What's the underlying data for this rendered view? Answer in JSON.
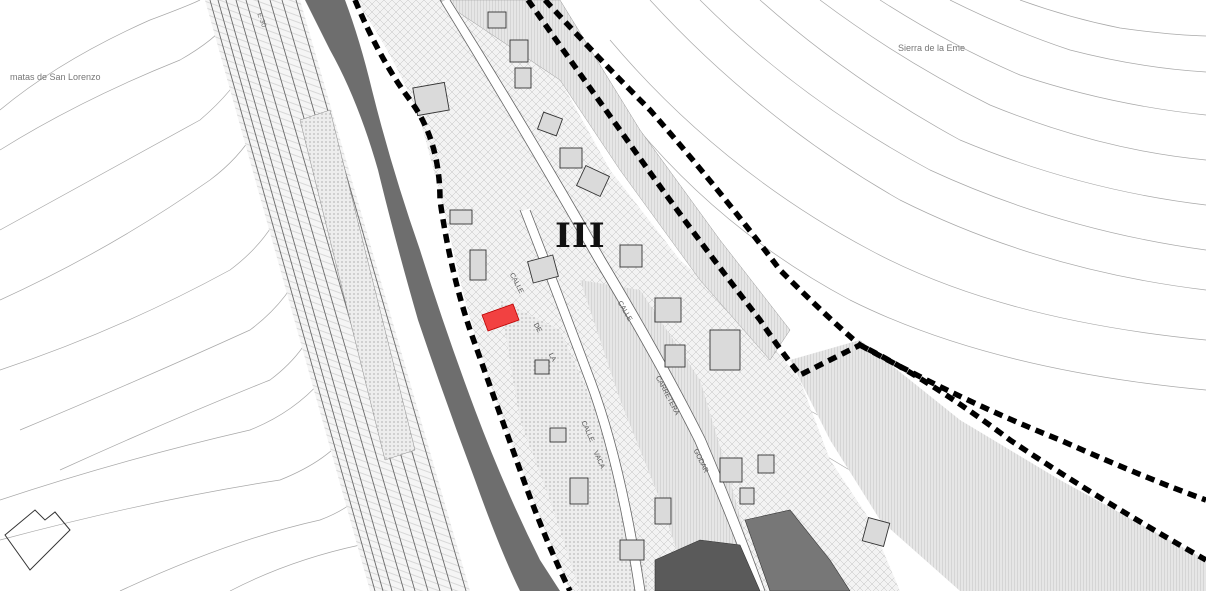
{
  "map": {
    "labels": {
      "left_place": "matas de San Lorenzo",
      "right_place": "Sierra de la Eme",
      "road_code": "E-30",
      "zone_label": "III"
    },
    "streets": [
      "CALLE",
      "DE",
      "LA",
      "CALLE",
      "CARRETERA",
      "GODAR",
      "CALLE",
      "VACA"
    ],
    "colors": {
      "river": "#6e6e6e",
      "highlight_parcel": "#f24141",
      "boundary": "#000000",
      "contour": "#9a9a9a",
      "building_dark": "#5a5a5a"
    }
  }
}
